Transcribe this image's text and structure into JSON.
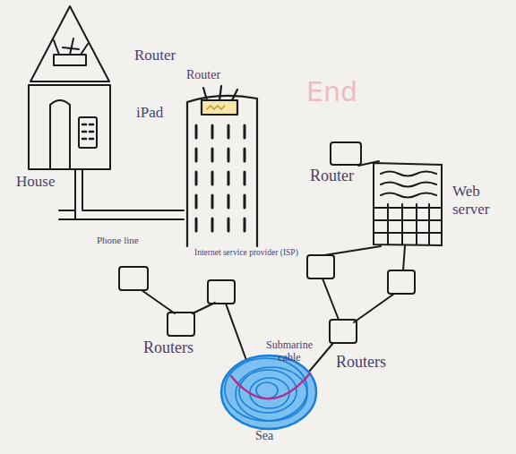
{
  "diagram": {
    "nodes": [
      {
        "text": [
          "House"
        ]
      },
      {
        "text": [
          "Internet service provider (ISP)"
        ]
      },
      {
        "text": [
          "Router"
        ]
      },
      {
        "text": [
          "Web server"
        ]
      },
      {
        "text": [
          "Sea"
        ]
      }
    ],
    "edges": [
      {
        "from": 0,
        "to": 1,
        "arrow": "none",
        "label": "Phone line"
      },
      {
        "from": 2,
        "to": 3,
        "arrow": "none"
      }
    ],
    "labels": [
      "Router",
      "iPad",
      "Router",
      "End",
      "Routers",
      "Submarine cable",
      "Routers"
    ]
  }
}
